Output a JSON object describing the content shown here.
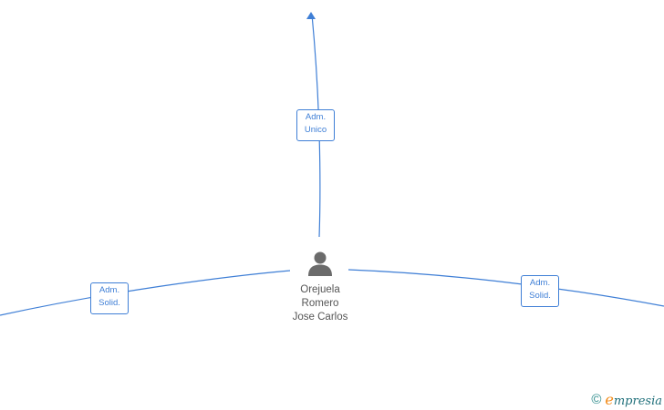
{
  "center_node": {
    "name_lines": [
      "Orejuela",
      "Romero",
      "Jose Carlos"
    ],
    "icon": "person-icon"
  },
  "edges": [
    {
      "id": "top",
      "role_lines": [
        "Adm.",
        "Unico"
      ],
      "arrow": true
    },
    {
      "id": "left",
      "role_lines": [
        "Adm.",
        "Solid."
      ],
      "arrow": false
    },
    {
      "id": "right",
      "role_lines": [
        "Adm.",
        "Solid."
      ],
      "arrow": false
    }
  ],
  "footer": {
    "copyright_symbol": "©",
    "brand_initial": "e",
    "brand_rest": "mpresia"
  },
  "colors": {
    "edge": "#3f7fd6",
    "label_text": "#555555",
    "icon": "#6b6b6b",
    "brand_teal": "#1f6f7a",
    "brand_orange": "#f28a16"
  }
}
